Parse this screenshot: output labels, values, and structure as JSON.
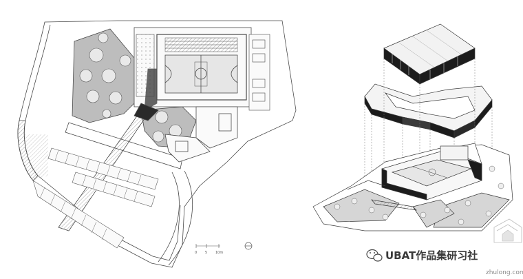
{
  "scale_bar": {
    "labels": [
      "0",
      "5",
      "10m"
    ]
  },
  "watermark": {
    "brand": "UBAT作品集研习社",
    "site": "zhulong.com",
    "icon": "wechat-icon"
  },
  "colors": {
    "line": "#4a4a4a",
    "hatch": "#9a9a9a",
    "green_fill": "#bdbdbd",
    "court_fill": "#e6e6e6",
    "roof_dark": "#1c1c1c",
    "roof_light": "#f2f2f2"
  }
}
